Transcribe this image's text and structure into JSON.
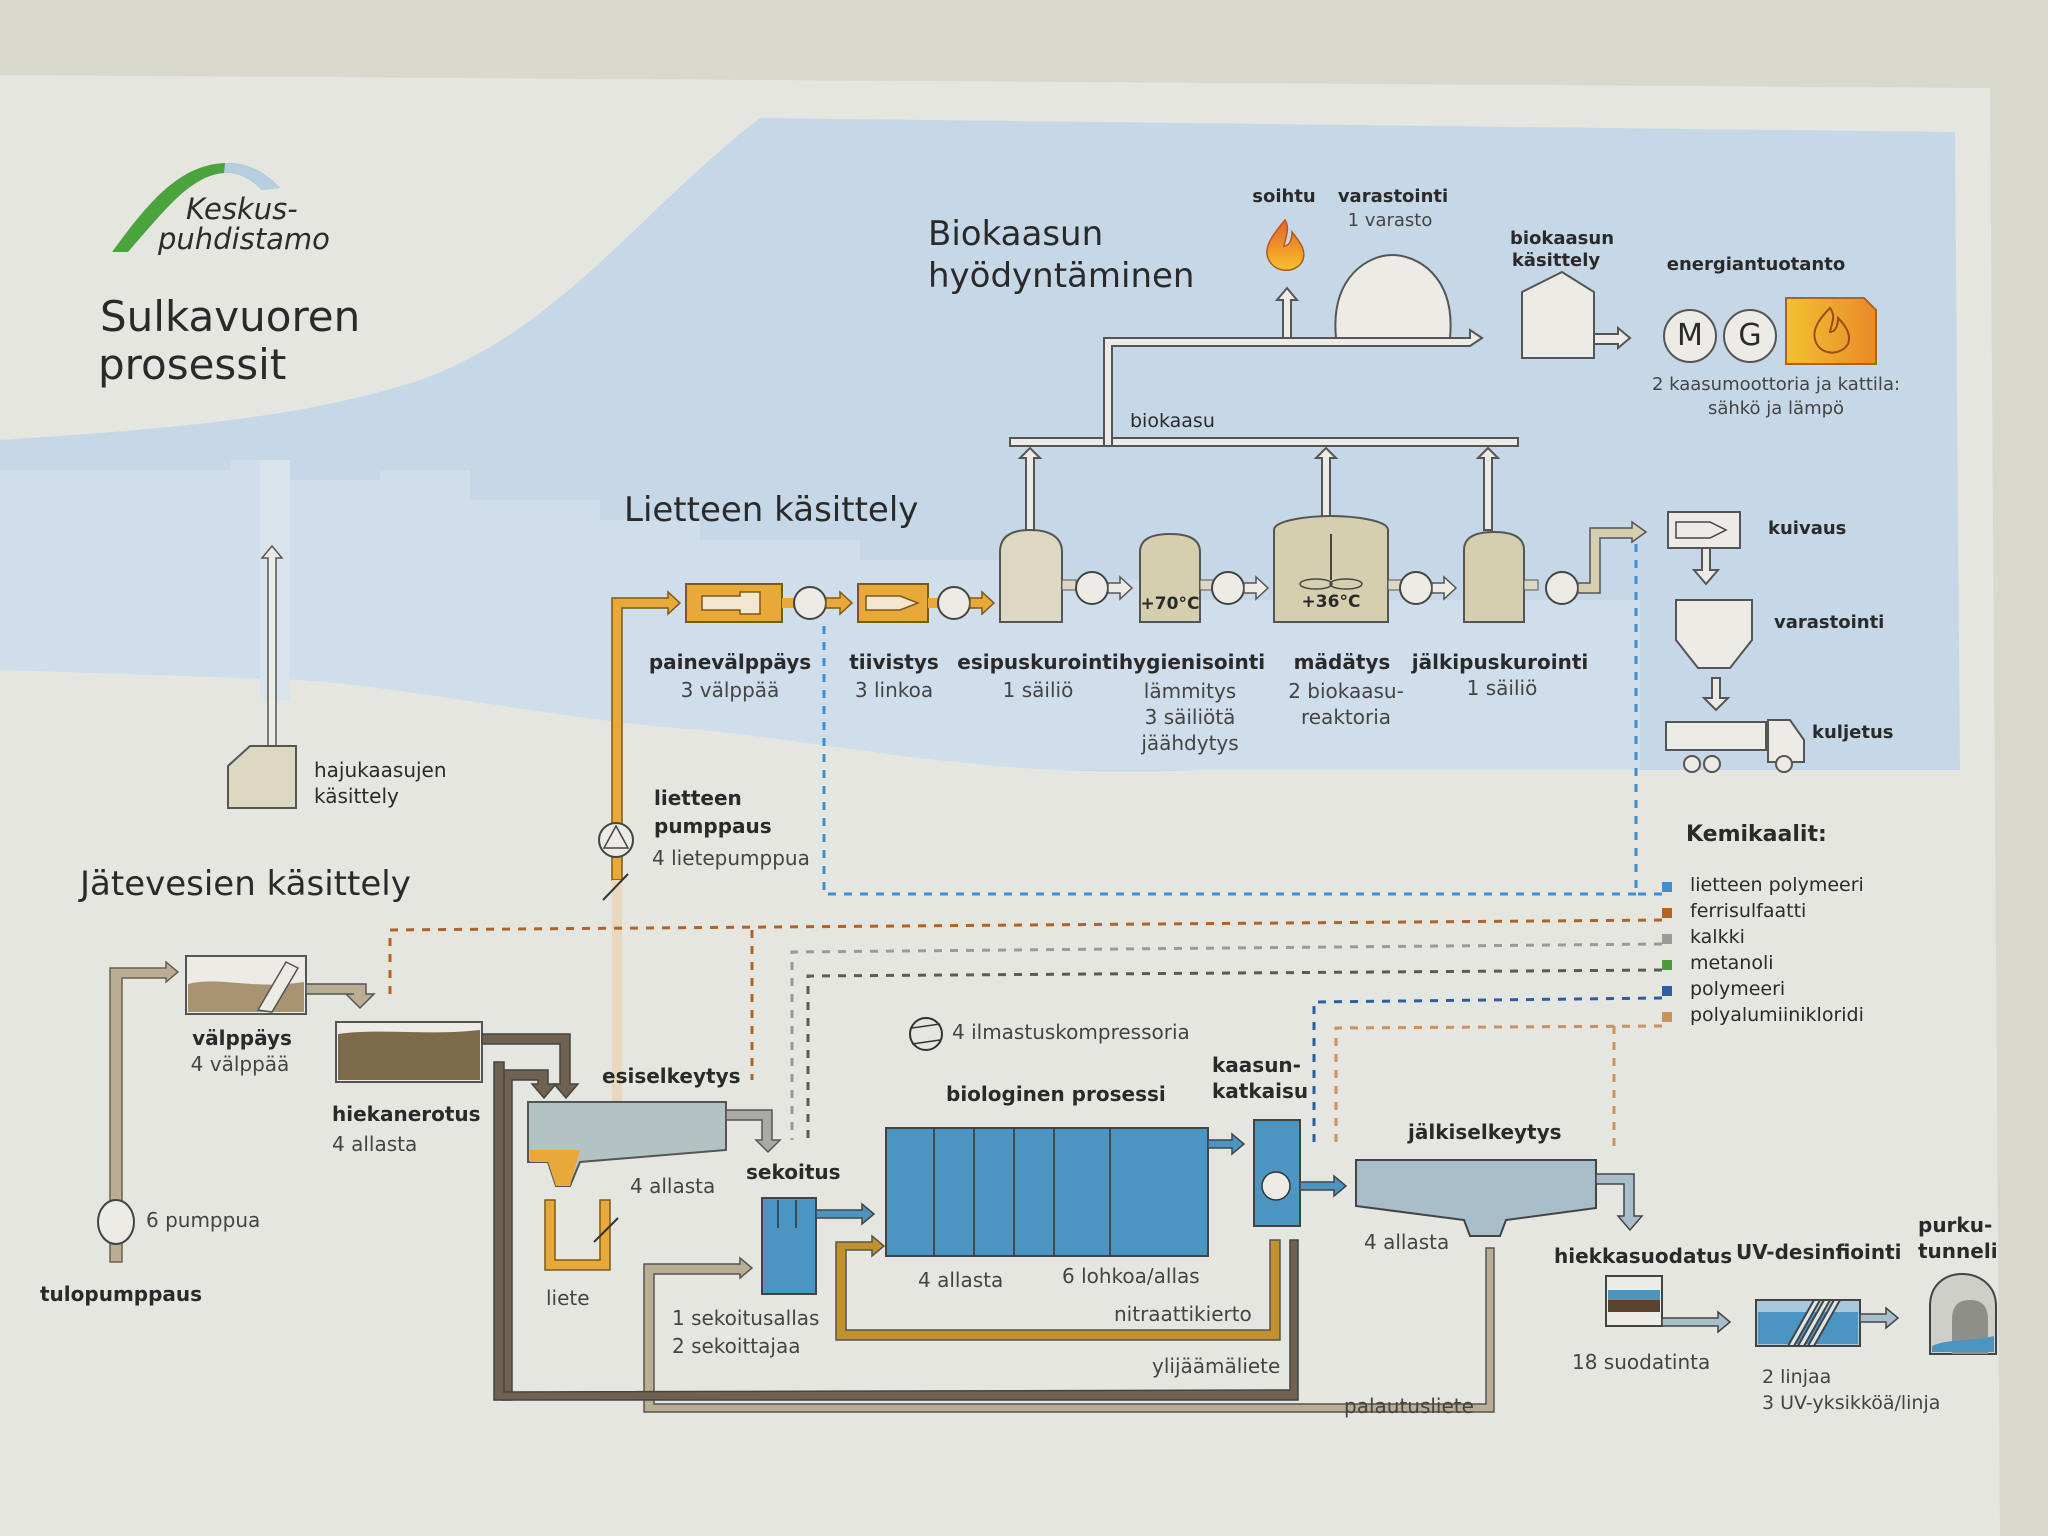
{
  "logo": {
    "line1": "Keskus-",
    "line2": "puhdistamo"
  },
  "title": {
    "line1": "Sulkavuoren",
    "line2": "prosessit"
  },
  "colors": {
    "paper": "#e8e8e3",
    "background": "#d9d8cc",
    "sky_blue": "#c5d7e6",
    "sludge_orange": "#e9a83a",
    "water_blue": "#4a95c2",
    "pipe_tan": "#b9ad93",
    "pipe_dark": "#6f6250",
    "logo_green": "#4aa33c"
  },
  "biogas": {
    "heading_line1": "Biokaasun",
    "heading_line2": "hyödyntäminen",
    "flare_label": "soihtu",
    "storage_label": "varastointi",
    "storage_sub": "1 varasto",
    "treatment_line1": "biokaasun",
    "treatment_line2": "käsittely",
    "energy_label": "energiantuotanto",
    "motor_letter": "M",
    "generator_letter": "G",
    "energy_sub_line1": "2 kaasumoottoria ja kattila:",
    "energy_sub_line2": "sähkö ja lämpö",
    "pipe_label": "biokaasu"
  },
  "sludge": {
    "heading": "Lietteen käsittely",
    "steps": [
      {
        "name": "painevälppäys",
        "sub": "3 välppää"
      },
      {
        "name": "tiivistys",
        "sub": "3 linkoa"
      },
      {
        "name": "esipuskurointi",
        "sub": "1 säiliö"
      },
      {
        "name": "hygienisointi",
        "sub": "lämmitys\n3 säiliötä\njäähdytys",
        "temp": "+70°C"
      },
      {
        "name": "mädätys",
        "sub": "2 biokaasu-\nreaktoria",
        "temp": "+36°C"
      },
      {
        "name": "jälkipuskurointi",
        "sub": "1 säiliö"
      }
    ],
    "drying": "kuivaus",
    "storage": "varastointi",
    "transport": "kuljetus",
    "pumping_line1": "lietteen",
    "pumping_line2": "pumppaus",
    "pumping_sub": "4 lietepumppua"
  },
  "odor": {
    "line1": "hajukaasujen",
    "line2": "käsittely"
  },
  "wastewater": {
    "heading": "Jätevesien käsittely",
    "inflow_pump": {
      "name": "tulopumppaus",
      "sub": "6 pumppua"
    },
    "screening": {
      "name": "välppäys",
      "sub": "4 välppää"
    },
    "grit": {
      "name": "hiekanerotus",
      "sub": "4 allasta"
    },
    "primary": {
      "name": "esiselkeytys",
      "sub": "4 allasta",
      "sludge": "liete"
    },
    "mixing": {
      "name": "sekoitus",
      "sub": "1 sekoitusallas\n2 sekoittajaa"
    },
    "compressors": "4 ilmastuskompressoria",
    "biological": {
      "name": "biologinen prosessi",
      "sub1": "4 allasta",
      "sub2": "6 lohkoa/allas"
    },
    "degassing": {
      "name": "kaasun-\nkatkaisu"
    },
    "secondary": {
      "name": "jälkiselkeytys",
      "sub": "4 allasta"
    },
    "sand_filter": {
      "name": "hiekkasuodatus",
      "sub": "18 suodatinta"
    },
    "uv": {
      "name": "UV-desinfiointi",
      "sub": "2 linjaa\n3 UV-yksikköä/linja"
    },
    "outfall": {
      "name": "purku-\ntunneli"
    },
    "nitrate": "nitraattikierto",
    "excess": "ylijäämäliete",
    "return": "palautusliete"
  },
  "chemicals": {
    "heading": "Kemikaalit:",
    "items": [
      {
        "label": "lietteen polymeeri",
        "color": "#3f8fcf"
      },
      {
        "label": "ferrisulfaatti",
        "color": "#b0642a"
      },
      {
        "label": "kalkki",
        "color": "#9a9a9a"
      },
      {
        "label": "metanoli",
        "color": "#4c9a3a"
      },
      {
        "label": "polymeeri",
        "color": "#2c5fa8"
      },
      {
        "label": "polyalumiinikloridi",
        "color": "#c8945a"
      }
    ]
  }
}
